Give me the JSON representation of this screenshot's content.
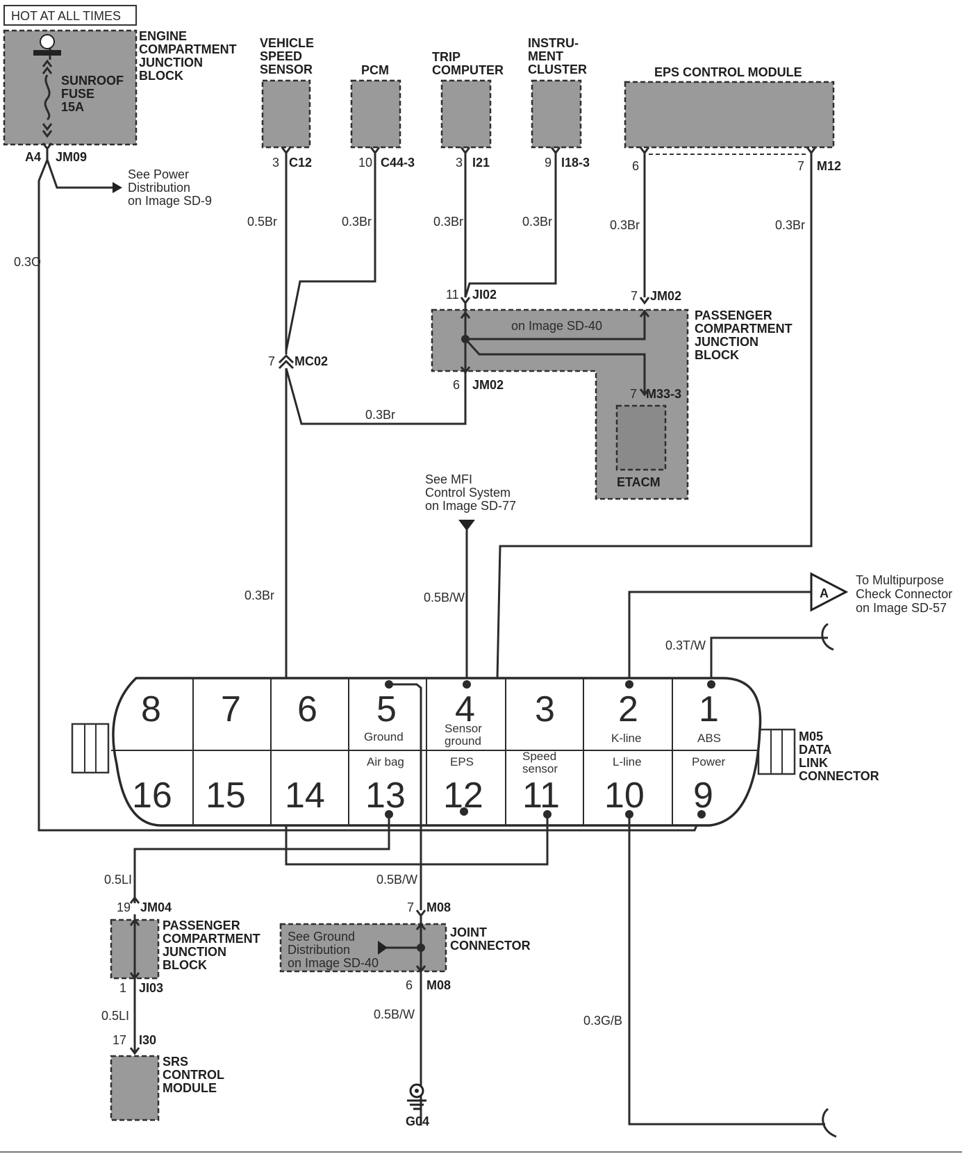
{
  "header": {
    "hot_label": "HOT AT ALL TIMES"
  },
  "components": {
    "engine_jb": [
      "ENGINE",
      "COMPARTMENT",
      "JUNCTION",
      "BLOCK"
    ],
    "fuse": [
      "SUNROOF",
      "FUSE",
      "15A"
    ],
    "vss": [
      "VEHICLE",
      "SPEED",
      "SENSOR"
    ],
    "pcm": "PCM",
    "trip": [
      "TRIP",
      "COMPUTER"
    ],
    "cluster": [
      "INSTRU-",
      "MENT",
      "CLUSTER"
    ],
    "eps": "EPS CONTROL MODULE",
    "pjb_top": [
      "PASSENGER",
      "COMPARTMENT",
      "JUNCTION",
      "BLOCK"
    ],
    "pjb_top_note": "on Image SD-40",
    "etacm": "ETACM",
    "dlc": [
      "M05",
      "DATA",
      "LINK",
      "CONNECTOR"
    ],
    "pjb_bottom": [
      "PASSENGER",
      "COMPARTMENT",
      "JUNCTION",
      "BLOCK"
    ],
    "joint": [
      "JOINT",
      "CONNECTOR"
    ],
    "joint_note": [
      "See Ground",
      "Distribution",
      "on Image SD-40"
    ],
    "srs": [
      "SRS",
      "CONTROL",
      "MODULE"
    ],
    "ground": "G04"
  },
  "notes": {
    "power": [
      "See Power",
      "Distribution",
      "on Image SD-9"
    ],
    "mfi": [
      "See MFI",
      "Control System",
      "on Image SD-77"
    ],
    "multi": [
      "To Multipurpose",
      "Check Connector",
      "on Image SD-57"
    ],
    "offpage_A": "A"
  },
  "connectors": {
    "A4": "A4",
    "JM09": "JM09",
    "c12_pin": "3",
    "C12": "C12",
    "c44_pin": "10",
    "C44": "C44-3",
    "i21_pin": "3",
    "I21": "I21",
    "i18_pin": "9",
    "I18": "I18-3",
    "eps6": "6",
    "m12_pin": "7",
    "M12": "M12",
    "ji02_pin": "11",
    "JI02": "JI02",
    "jm02_top_pin": "7",
    "JM02_top": "JM02",
    "jm02_bot_pin": "6",
    "JM02_bot": "JM02",
    "mc02_pin": "7",
    "MC02": "MC02",
    "m33_pin": "7",
    "M33": "M33-3",
    "jm04_pin": "19",
    "JM04": "JM04",
    "ji03_pin": "1",
    "JI03": "JI03",
    "i30_pin": "17",
    "I30": "I30",
    "m08_top_pin": "7",
    "M08_top": "M08",
    "m08_bot_pin": "6",
    "M08_bot": "M08"
  },
  "wires": {
    "w_30": "0.3O",
    "w_vss": "0.5Br",
    "w_pcm": "0.3Br",
    "w_trip": "0.3Br",
    "w_cluster": "0.3Br",
    "w_eps6": "0.3Br",
    "w_m12": "0.3Br",
    "w_mc02": "0.3Br",
    "w_vert": "0.3Br",
    "w_mfi": "0.5B/W",
    "w_tw": "0.3T/W",
    "w_li1": "0.5LI",
    "w_bw1": "0.5B/W",
    "w_li2": "0.5LI",
    "w_bw2": "0.5B/W",
    "w_gb": "0.3G/B"
  },
  "dlc_pins": {
    "top": [
      "8",
      "7",
      "6",
      "5",
      "4",
      "3",
      "2",
      "1"
    ],
    "bottom": [
      "16",
      "15",
      "14",
      "13",
      "12",
      "11",
      "10",
      "9"
    ],
    "labels": {
      "p5": "Ground",
      "p4": [
        "Sensor",
        "ground"
      ],
      "p2": "K-line",
      "p1": "ABS",
      "p13": "Air bag",
      "p12": "EPS",
      "p11": [
        "Speed",
        "sensor"
      ],
      "p10": "L-line",
      "p9": "Power"
    }
  }
}
